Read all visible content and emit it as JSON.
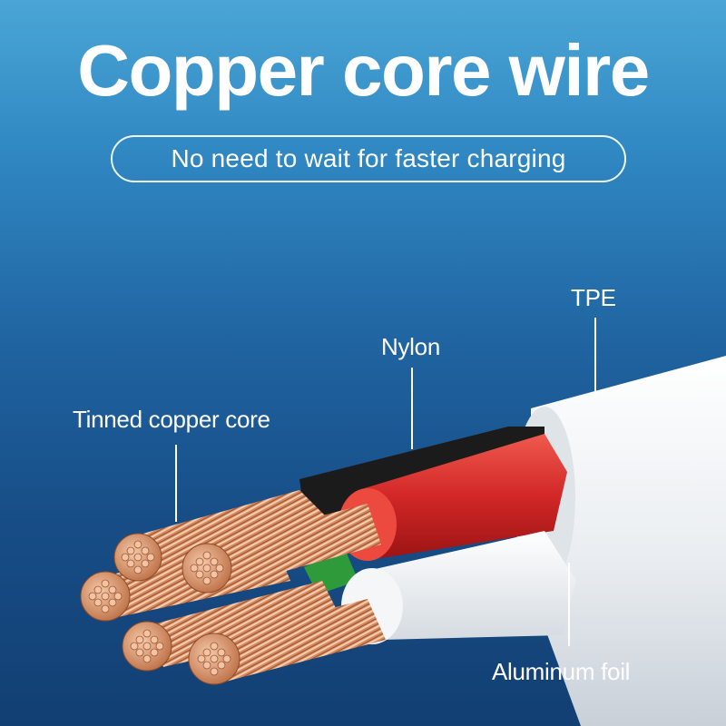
{
  "header": {
    "title": "Copper core wire",
    "subtitle": "No need to wait for faster charging"
  },
  "callouts": {
    "tpe": "TPE",
    "nylon": "Nylon",
    "tinned_copper_core": "Tinned copper core",
    "aluminum_foil": "Aluminum foil"
  },
  "colors": {
    "background_top": "#4aa6d6",
    "background_bottom": "#123f73",
    "copper": "#d98e62",
    "nylon_red": "#d42b2b",
    "tpe_jacket": "#eef1f4",
    "inner_black": "#1a1a1a",
    "inner_green": "#2f9a3a"
  },
  "icons": [
    "copper-strand-bundle-icon"
  ]
}
